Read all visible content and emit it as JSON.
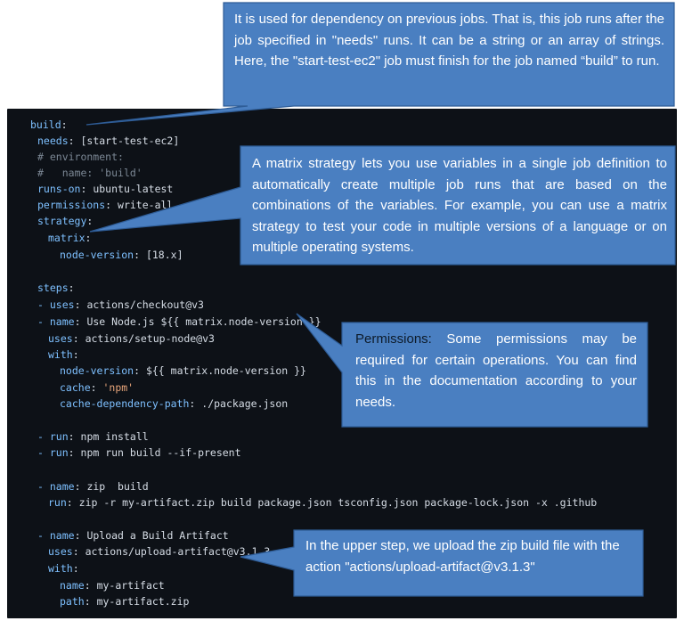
{
  "code": {
    "build": "build",
    "needs_key": "needs",
    "needs_value": "[start-test-ec2]",
    "comment_env": "# environment:",
    "comment_hash": "#",
    "comment_name": "name: 'build'",
    "runs_on_key": "runs-on",
    "runs_on_value": "ubuntu-latest",
    "permissions_key": "permissions",
    "permissions_value": "write-all",
    "strategy_key": "strategy",
    "matrix_key": "matrix",
    "node_version_key": "node-version",
    "node_version_value": "[18.x]",
    "steps_key": "steps",
    "dash": "-",
    "uses_key": "uses",
    "uses_checkout": "actions/checkout@v3",
    "name_key": "name",
    "name_node": "Use Node.js ${{ matrix.node-version }}",
    "uses_setup_node": "actions/setup-node@v3",
    "with_key": "with",
    "node_version_expr": "${{ matrix.node-version }}",
    "cache_key": "cache",
    "cache_value": "'npm'",
    "cache_dep_key": "cache-dependency-path",
    "cache_dep_value": "./package.json",
    "run_key": "run",
    "run_install": "npm install",
    "run_build": "npm run build --if-present",
    "name_zip": "zip  build",
    "run_zip": "zip -r my-artifact.zip build package.json tsconfig.json package-lock.json -x .github",
    "name_upload": "Upload a Build Artifact",
    "uses_upload": "actions/upload-artifact@v3.1.3",
    "artifact_name_value": "my-artifact",
    "path_key": "path",
    "path_value": "my-artifact.zip"
  },
  "callouts": {
    "needs": "It is used for dependency on previous jobs. That is, this job runs after the job specified in \"needs\" runs. It can be a string or an array of strings. Here, the \"start-test-ec2\" job must finish for the job named “build” to run.",
    "matrix": "A matrix strategy lets you use variables in a single job definition to automatically create multiple job runs that are based on the combinations of the variables. For example, you can use a matrix strategy to test your code in multiple versions of a language or on multiple operating systems.",
    "permissions_label": "Permissions:",
    "permissions": "Some permissions may be required for certain operations. You can find this in the documentation according to your needs.",
    "upload": "In the upper step, we upload the zip build file with the action \"actions/upload-artifact@v3.1.3\""
  },
  "colors": {
    "callout_fill": "#4a7fc1",
    "callout_border": "#2e5c96",
    "code_bg": "#0d1117",
    "key": "#7ec0ff",
    "comment": "#7b8794"
  }
}
